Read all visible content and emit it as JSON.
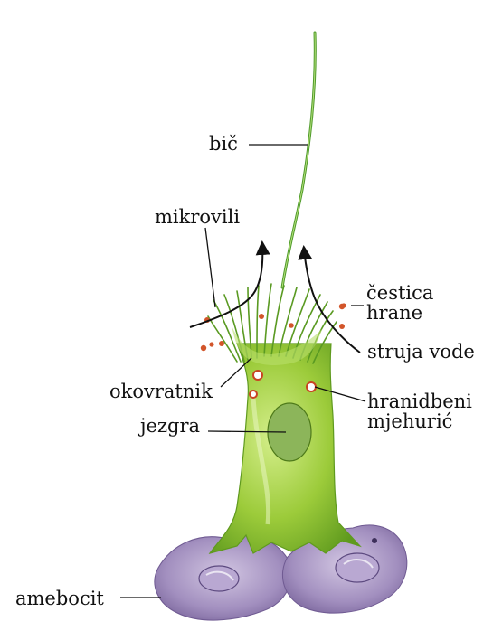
{
  "labels": {
    "bic": "bič",
    "mikrovili": "mikrovili",
    "cestica_hrane": [
      "čestica",
      "hrane"
    ],
    "struja_vode": "struja vode",
    "okovratnik": "okovratnik",
    "jezgra": "jezgra",
    "hranidbeni_mjehuric": [
      "hranidbeni",
      "mjehurić"
    ],
    "amebocit": "amebocit"
  },
  "colors": {
    "cell_body": "#9ccb3a",
    "cell_highlight": "#d4ee8a",
    "cell_shadow": "#5f9a1e",
    "nucleus": "#8cb55a",
    "flagellum": "#4e9a2a",
    "amoebocyte": "#a28fbf",
    "amoebocyte_dark": "#6f5a92",
    "food_particle": "#d2552a",
    "leader_line": "#111111"
  }
}
